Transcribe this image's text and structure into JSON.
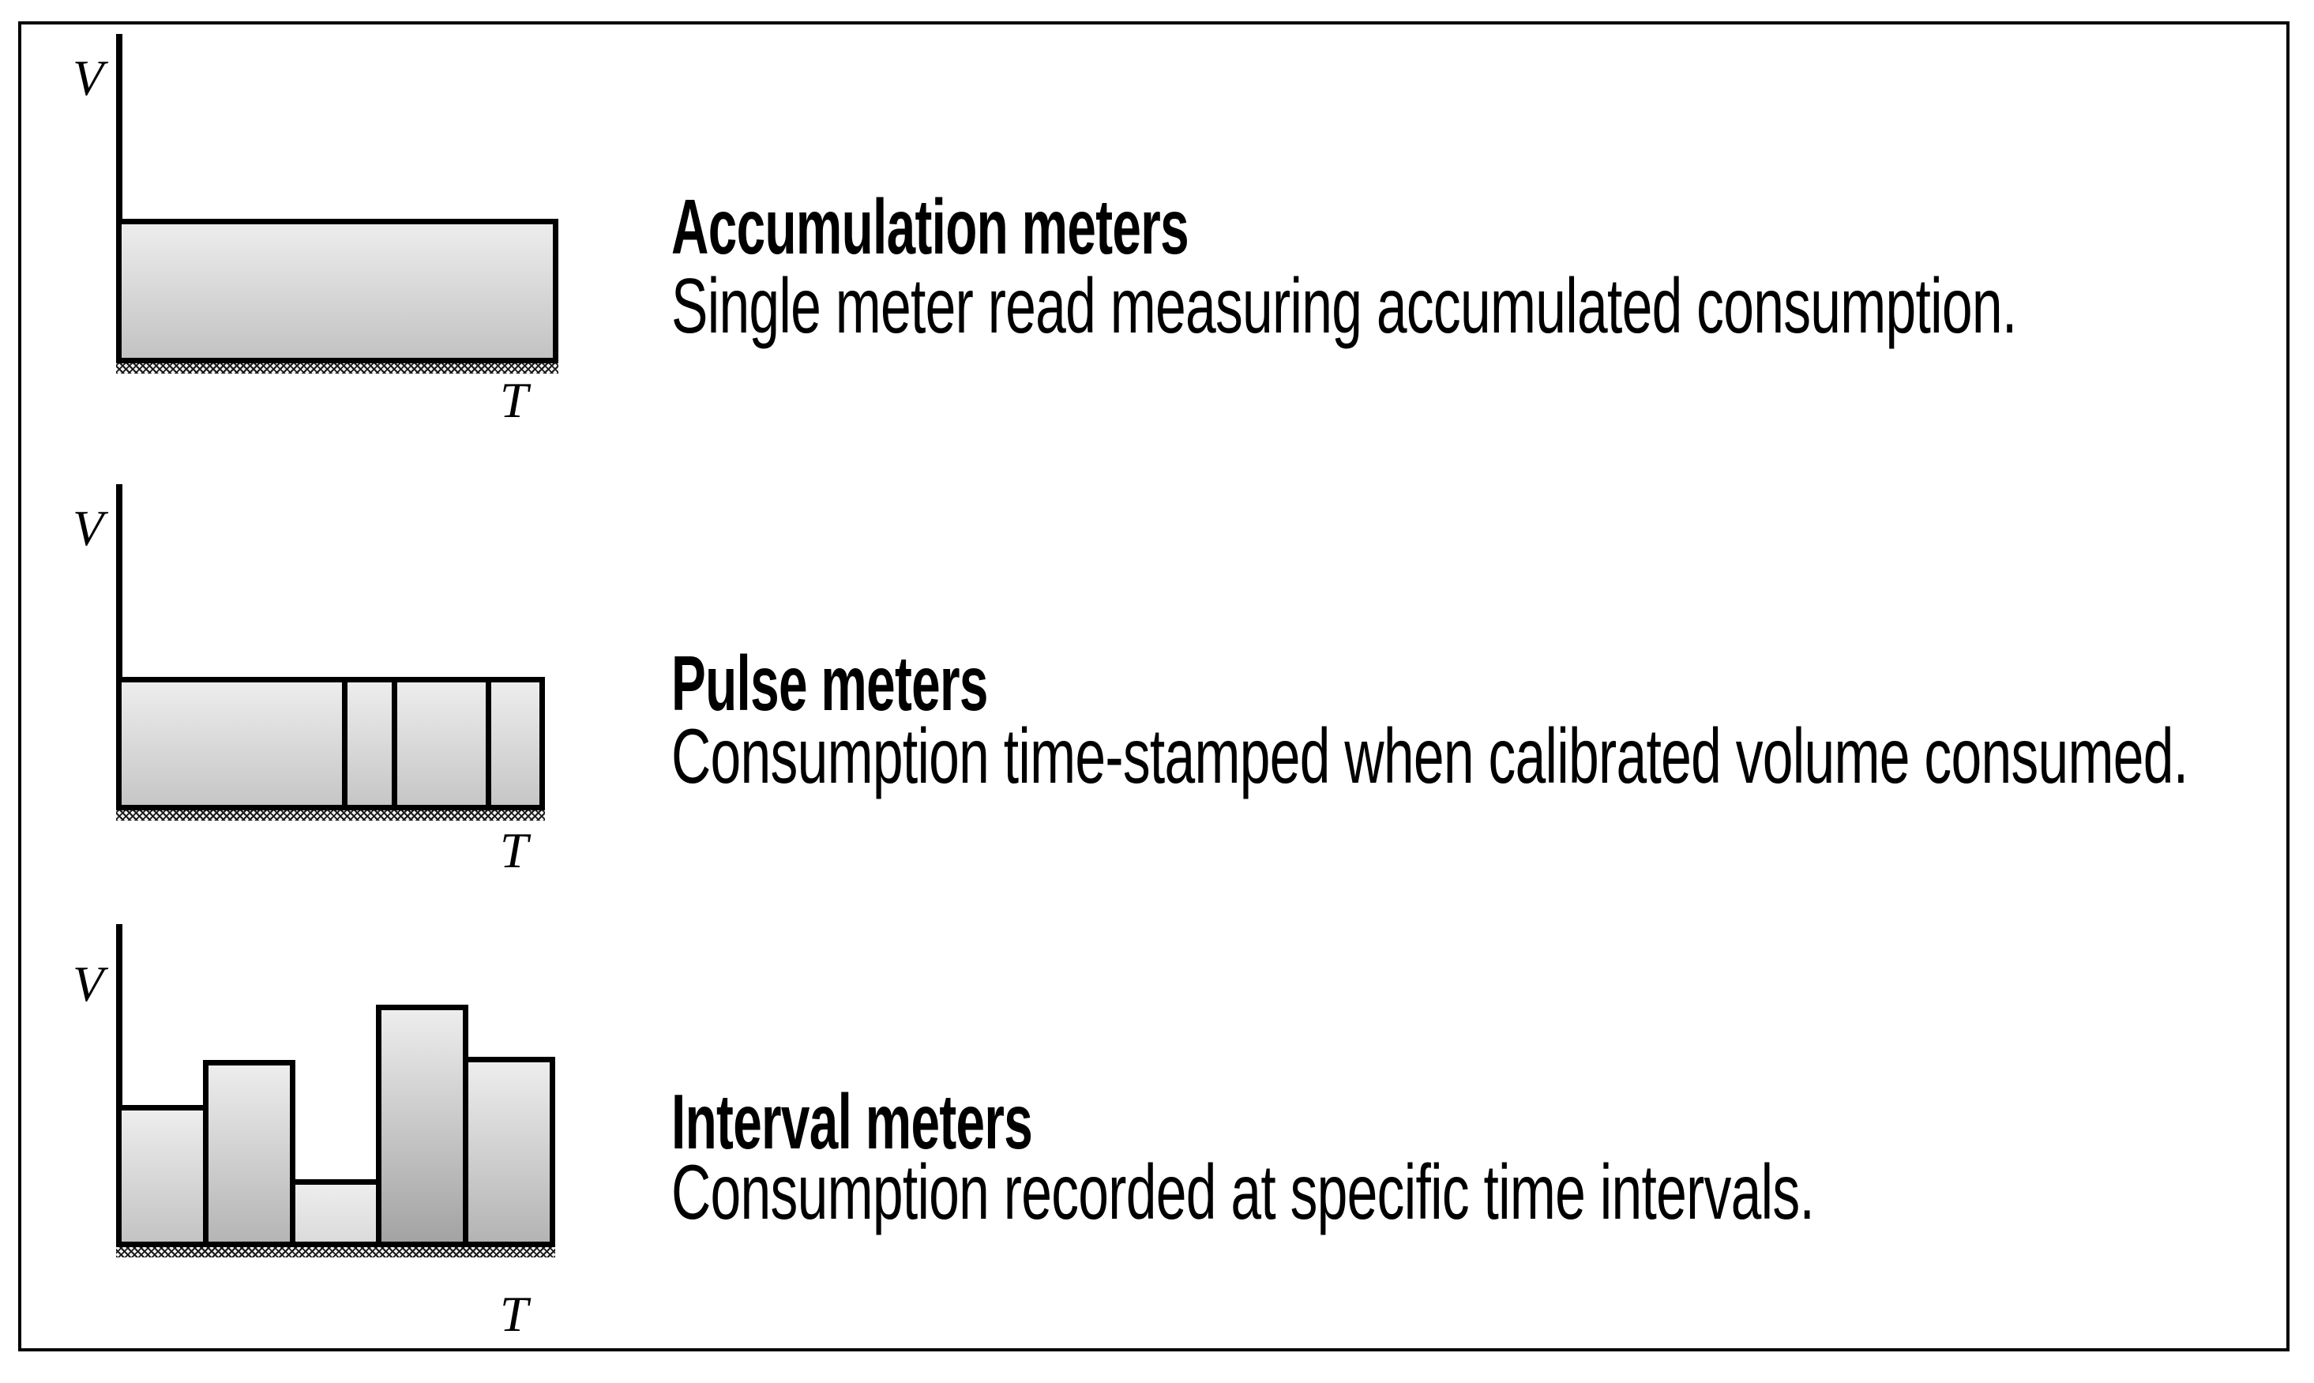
{
  "figure": {
    "background_color": "#ffffff",
    "border_color": "#000000",
    "bar_fill_top": "#ededed",
    "bar_fill_bottom": "#9f9f9f"
  },
  "sections": [
    {
      "heading": "Accumulation meters",
      "description": "Single meter read measuring accumulated consumption.",
      "chart": {
        "type": "single-bar",
        "v_axis_label": "V",
        "t_axis_label": "T",
        "bar_height_pct": [
          44
        ]
      }
    },
    {
      "heading": "Pulse meters",
      "description": "Consumption time-stamped when calibrated volume consumed.",
      "chart": {
        "type": "segmented-bar",
        "v_axis_label": "V",
        "t_axis_label": "T",
        "height_pct": 41,
        "segment_width_pct": [
          55,
          11,
          22,
          12
        ]
      }
    },
    {
      "heading": "Interval meters",
      "description": "Consumption recorded at specific time intervals.",
      "chart": {
        "type": "bars",
        "v_axis_label": "V",
        "t_axis_label": "T",
        "bar_height_pct": [
          44,
          58,
          21,
          75,
          59
        ]
      }
    }
  ]
}
